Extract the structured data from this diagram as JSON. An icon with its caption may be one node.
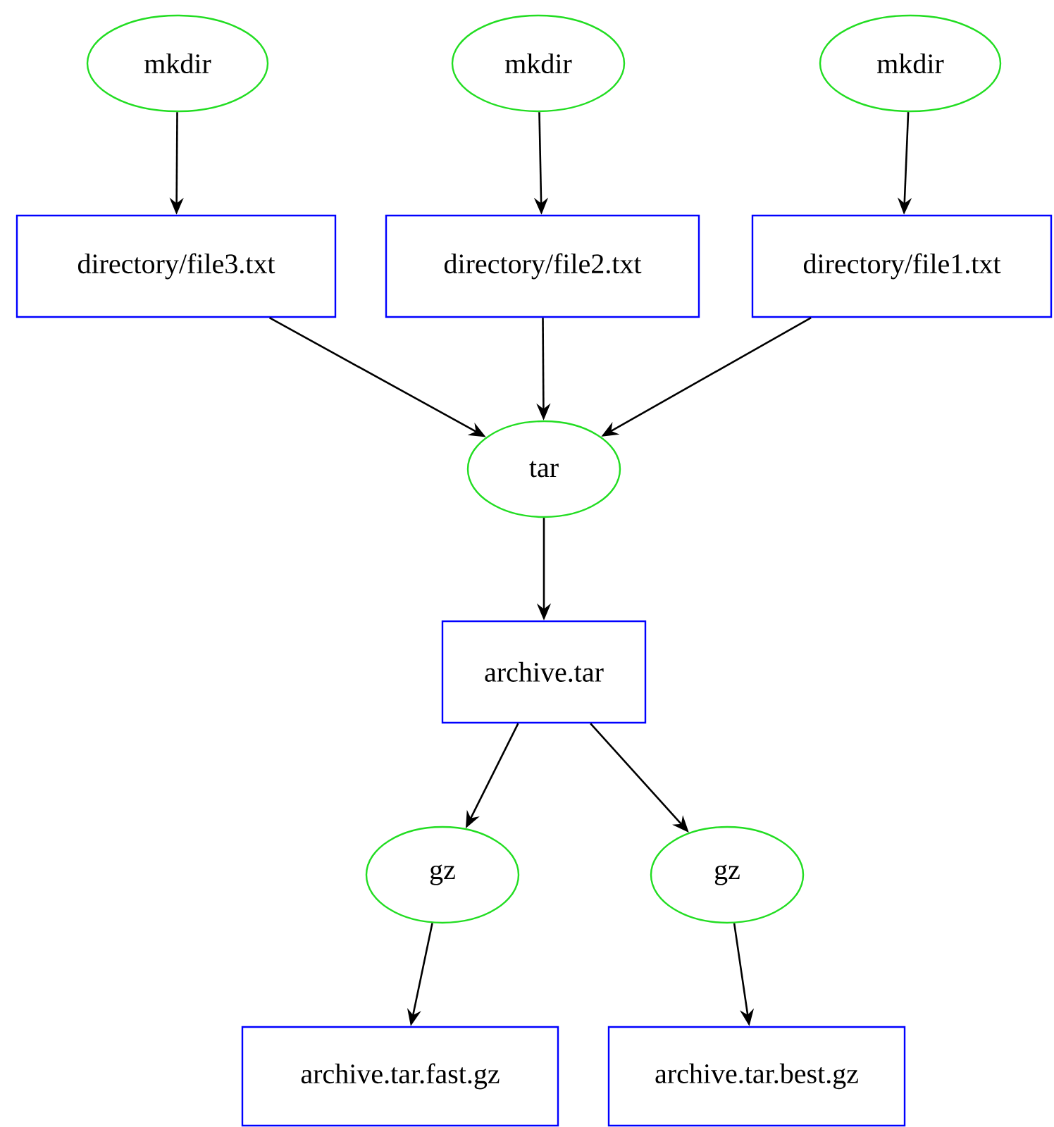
{
  "diagram": {
    "nodes": [
      {
        "text": [
          "mkdir"
        ]
      },
      {
        "text": [
          "mkdir"
        ]
      },
      {
        "text": [
          "mkdir"
        ]
      },
      {
        "text": [
          "directory/file3.txt"
        ]
      },
      {
        "text": [
          "directory/file2.txt"
        ]
      },
      {
        "text": [
          "directory/file1.txt"
        ]
      },
      {
        "text": [
          "tar"
        ]
      },
      {
        "text": [
          "archive.tar"
        ]
      },
      {
        "text": [
          "gz"
        ]
      },
      {
        "text": [
          "gz"
        ]
      },
      {
        "text": [
          "archive.tar.fast.gz"
        ]
      },
      {
        "text": [
          "archive.tar.best.gz"
        ]
      }
    ],
    "edges": [
      {
        "from": 0,
        "to": 3,
        "arrow": "to"
      },
      {
        "from": 1,
        "to": 4,
        "arrow": "to"
      },
      {
        "from": 2,
        "to": 5,
        "arrow": "to"
      },
      {
        "from": 3,
        "to": 6,
        "arrow": "to"
      },
      {
        "from": 4,
        "to": 6,
        "arrow": "to"
      },
      {
        "from": 5,
        "to": 6,
        "arrow": "to"
      },
      {
        "from": 6,
        "to": 7,
        "arrow": "to"
      },
      {
        "from": 7,
        "to": 8,
        "arrow": "to"
      },
      {
        "from": 7,
        "to": 9,
        "arrow": "to"
      },
      {
        "from": 8,
        "to": 10,
        "arrow": "to"
      },
      {
        "from": 9,
        "to": 11,
        "arrow": "to"
      }
    ]
  }
}
